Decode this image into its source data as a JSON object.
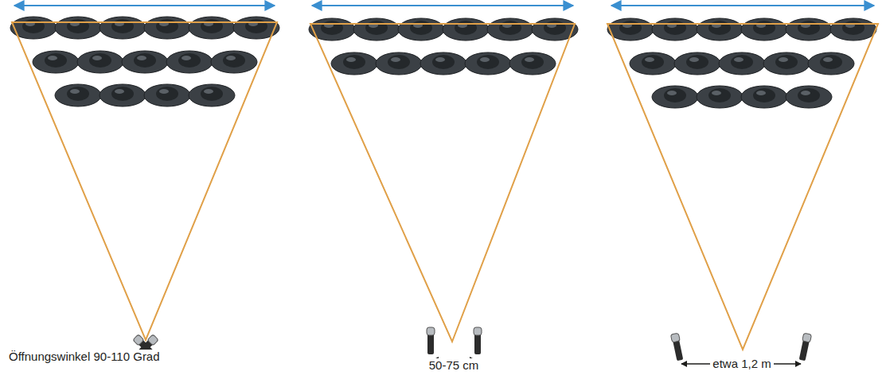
{
  "diagram": {
    "labels": [
      "Öffnungswinkel 90-110 Grad",
      "50-75 cm",
      "etwa 1,2 m"
    ]
  }
}
